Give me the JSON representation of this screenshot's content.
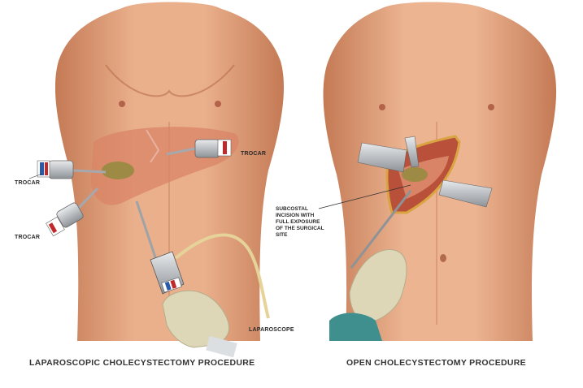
{
  "labels": {
    "trocar_right": "TROCAR",
    "trocar_left_upper": "TROCAR",
    "trocar_left_lower": "TROCAR",
    "laparoscope": "LAPAROSCOPE",
    "subcostal_lines": [
      "SUBCOSTAL",
      "INCISION WITH",
      "FULL EXPOSURE",
      "OF THE SURGICAL",
      "SITE"
    ]
  },
  "captions": {
    "left": "LAPAROSCOPIC CHOLECYSTECTOMY PROCEDURE",
    "right": "OPEN CHOLECYSTECTOMY PROCEDURE"
  },
  "colors": {
    "skin": "#e8a57f",
    "skin_shadow": "#c9825d",
    "liver": "#d98466",
    "gallbladder": "#9c8a45",
    "glove": "#ddd7b8",
    "gown": "#3e8f8d",
    "instrument": "#b9bcc0",
    "cable": "#e6d39a"
  }
}
